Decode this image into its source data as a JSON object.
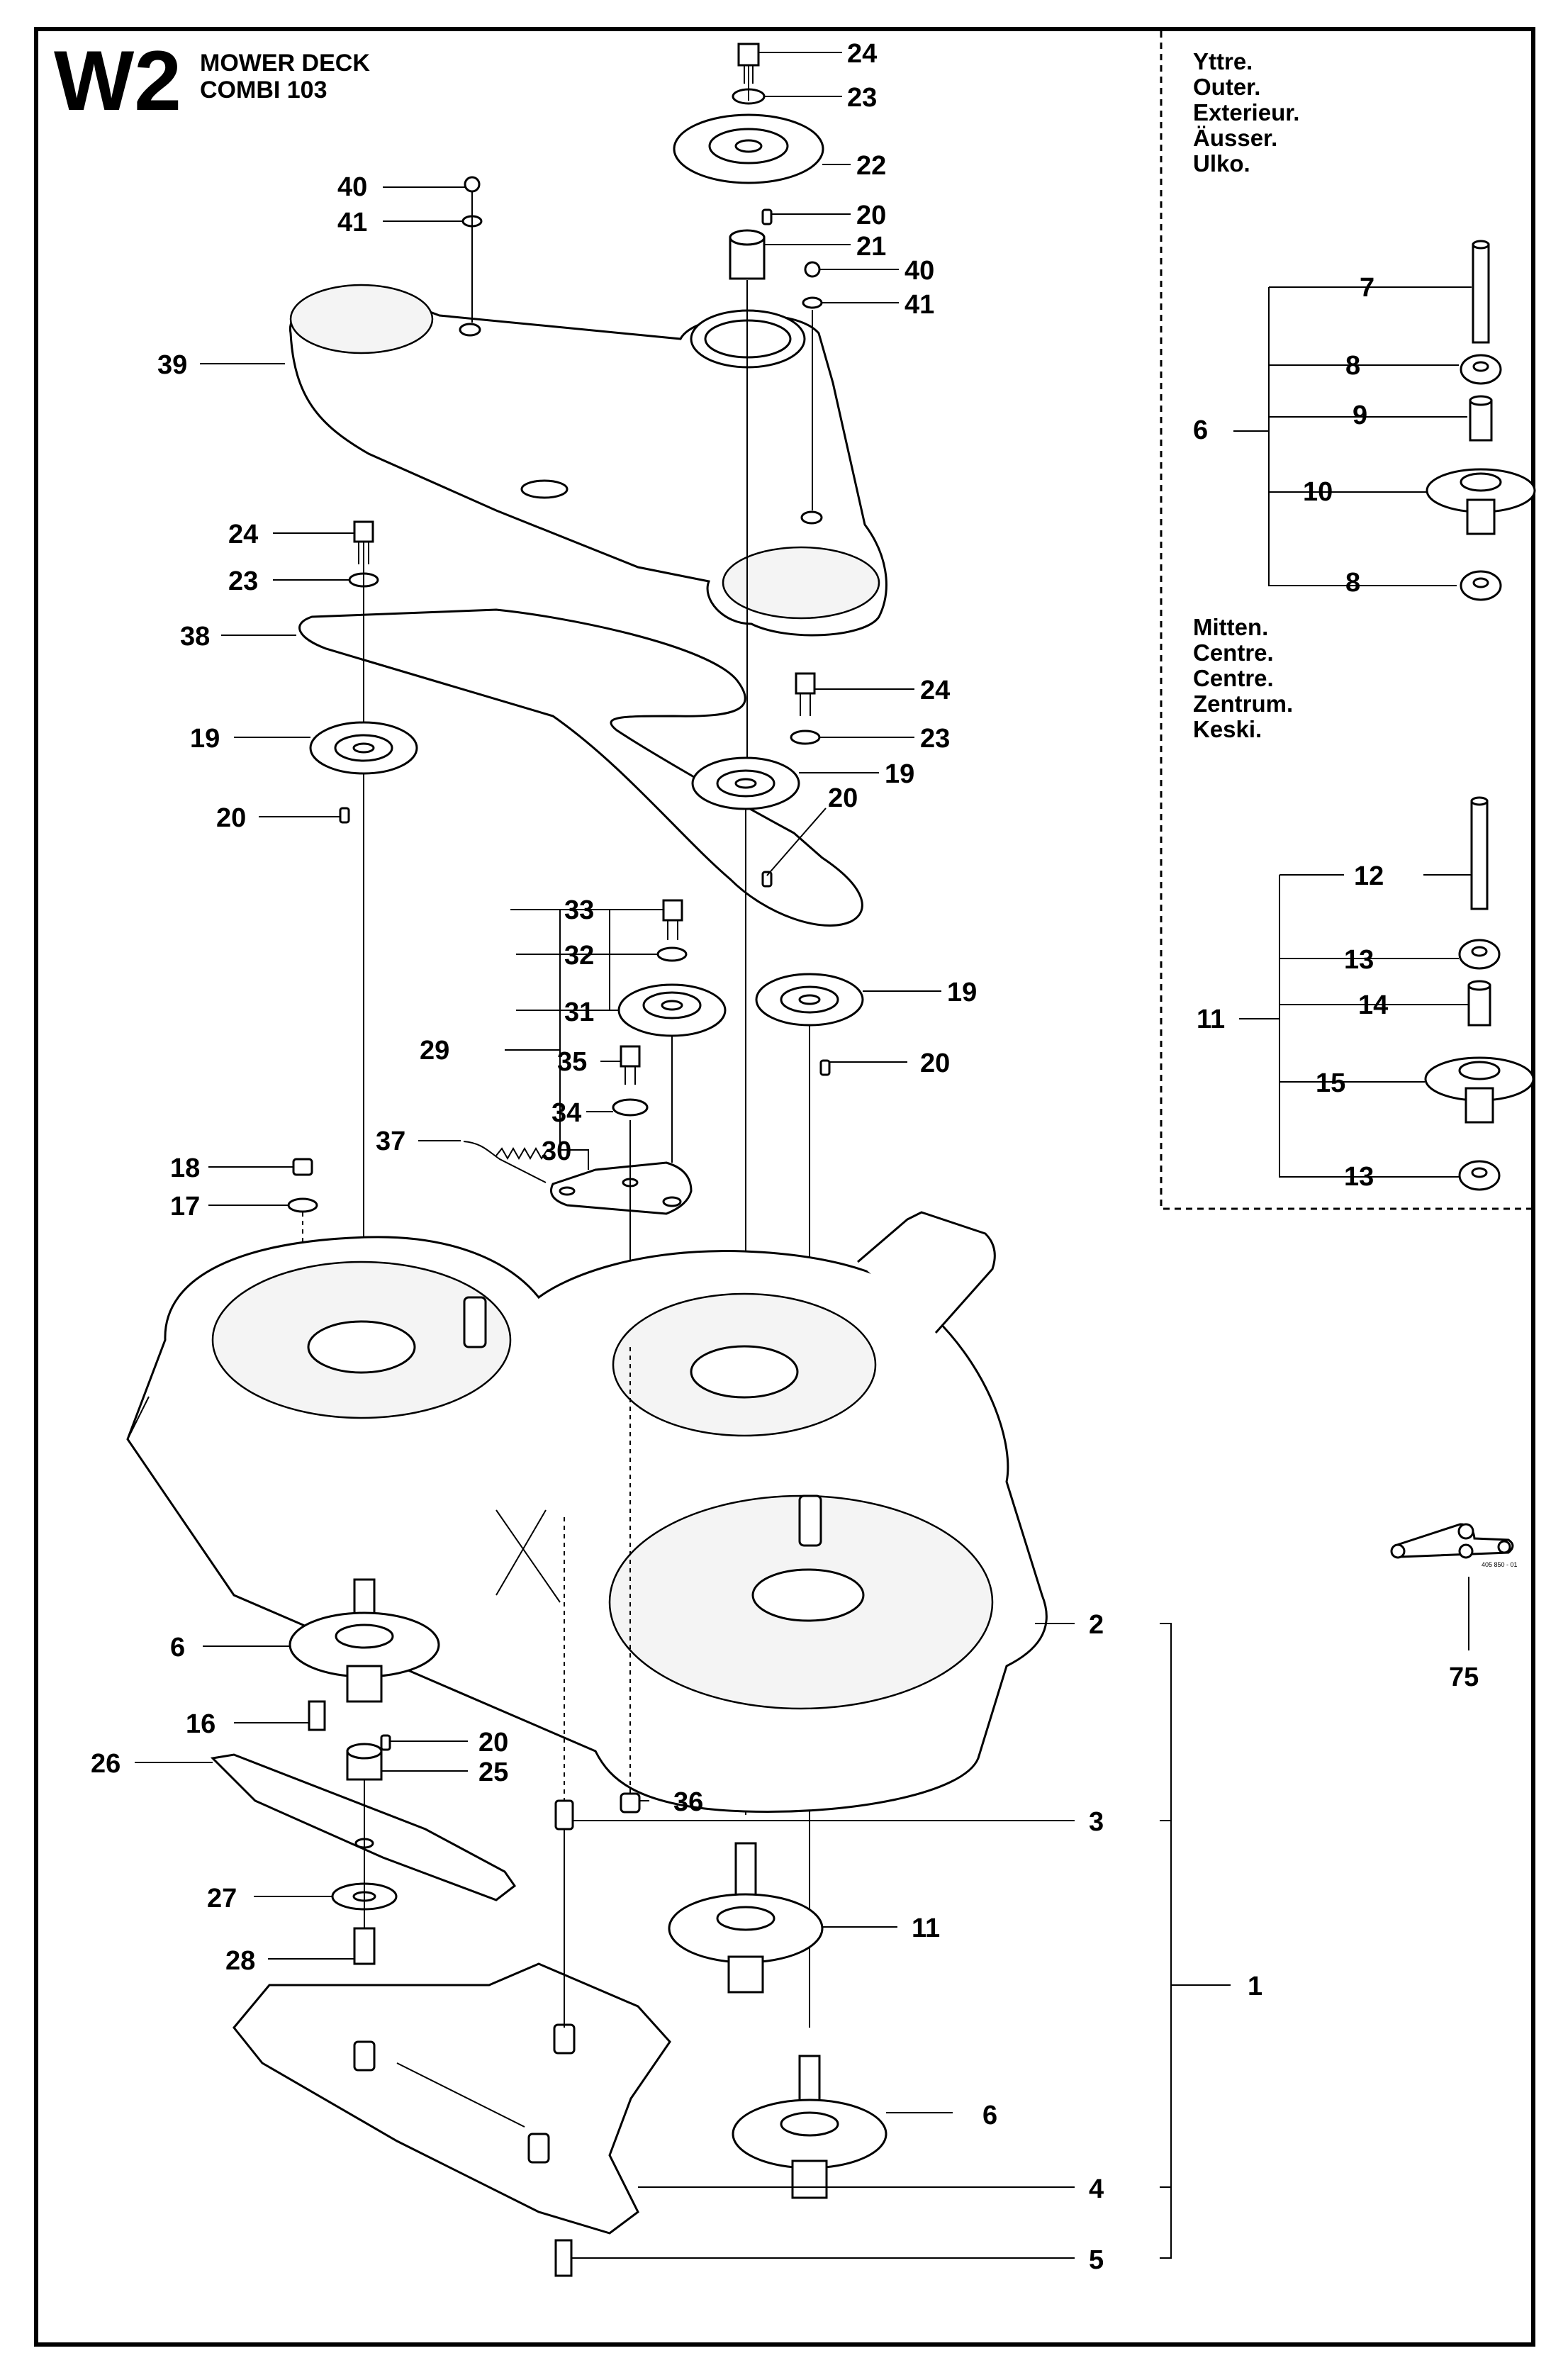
{
  "header": {
    "code": "W2",
    "title_line1": "MOWER DECK",
    "title_line2": "COMBI 103"
  },
  "panels": {
    "outer": {
      "labels": [
        "Yttre.",
        "Outer.",
        "Exterieur.",
        "Äusser.",
        "Ulko."
      ]
    },
    "centre": {
      "labels": [
        "Mitten.",
        "Centre.",
        "Centre.",
        "Zentrum.",
        "Keski."
      ]
    }
  },
  "callouts": {
    "c24a": "24",
    "c23a": "23",
    "c22": "22",
    "c20a": "20",
    "c21": "21",
    "c40a": "40",
    "c41a": "41",
    "c40b": "40",
    "c41b": "41",
    "c39": "39",
    "c24b": "24",
    "c23b": "23",
    "c38": "38",
    "c24c": "24",
    "c23c": "23",
    "c19a": "19",
    "c19b": "19",
    "c20b": "20",
    "c20c": "20",
    "c33": "33",
    "c32": "32",
    "c31": "31",
    "c29": "29",
    "c19c": "19",
    "c20d": "20",
    "c35": "35",
    "c34": "34",
    "c37": "37",
    "c30": "30",
    "c18": "18",
    "c17": "17",
    "c6a": "6",
    "c16": "16",
    "c20e": "20",
    "c26": "26",
    "c25": "25",
    "c27": "27",
    "c28": "28",
    "c2": "2",
    "c36": "36",
    "c3": "3",
    "c11a": "11",
    "c1": "1",
    "c6b": "6",
    "c4": "4",
    "c5": "5",
    "c75": "75",
    "p7": "7",
    "p8a": "8",
    "p6": "6",
    "p9": "9",
    "p10": "10",
    "p8b": "8",
    "p12": "12",
    "p13a": "13",
    "p11": "11",
    "p14": "14",
    "p15": "15",
    "p13b": "13"
  },
  "thumbnail_code": "405 850 - 01"
}
